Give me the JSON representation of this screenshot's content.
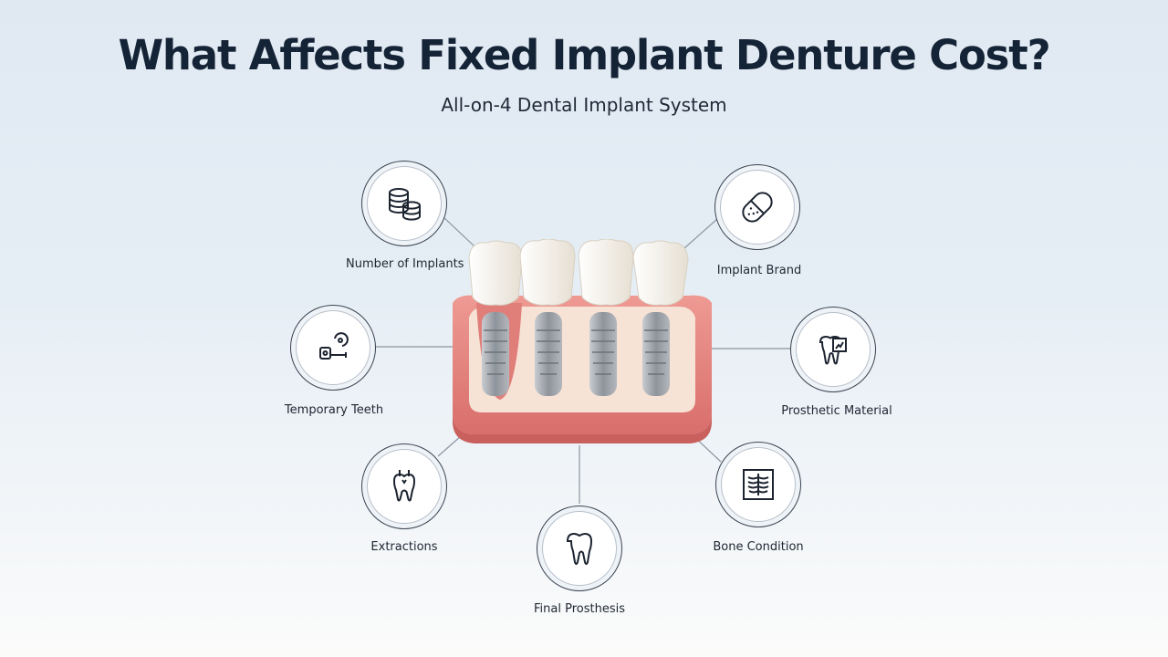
{
  "title": "What Affects Fixed Implant Denture Cost?",
  "subtitle": "All-on-4 Dental Implant System",
  "factors": [
    {
      "label": "Number of Implants",
      "icon": "coins-stack-icon"
    },
    {
      "label": "Implant Brand",
      "icon": "implant-capsule-icon"
    },
    {
      "label": "Temporary Teeth",
      "icon": "dental-tool-icon"
    },
    {
      "label": "Prosthetic Material",
      "icon": "tooth-material-icon"
    },
    {
      "label": "Extractions",
      "icon": "tooth-extraction-icon"
    },
    {
      "label": "Bone Condition",
      "icon": "xray-icon"
    },
    {
      "label": "Final Prosthesis",
      "icon": "tooth-icon"
    }
  ],
  "colors": {
    "title": "#142336",
    "ring": "#3a4350",
    "gum": "#e27c78",
    "bone": "#f6e3d6",
    "tooth": "#f4efe6",
    "metal": "#9ea4aa"
  }
}
